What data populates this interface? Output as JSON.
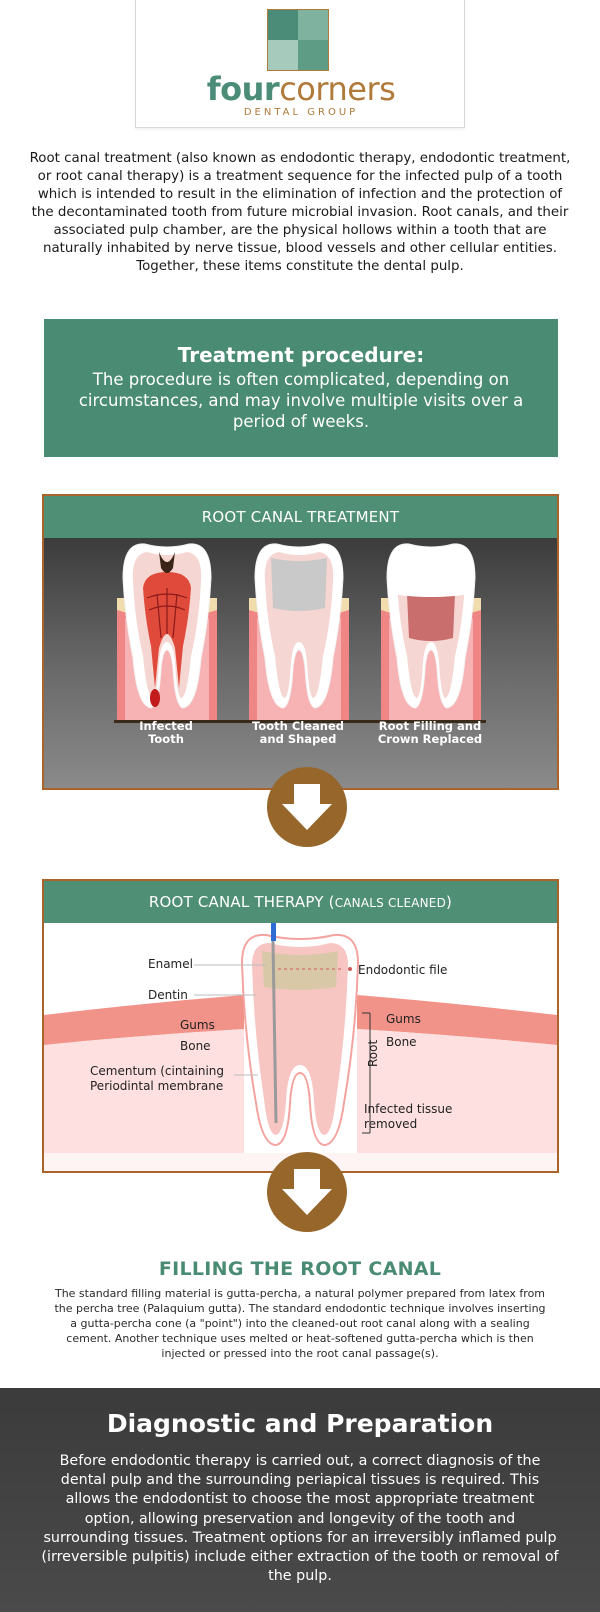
{
  "header": {
    "brand_part1": "four",
    "brand_part2": "corners",
    "brand_sub": "DENTAL GROUP",
    "logo_colors": [
      "#4a8c77",
      "#7fb39f",
      "#a6cbbd",
      "#5e9c86"
    ]
  },
  "intro": {
    "text": "Root canal treatment (also known as endodontic therapy, endodontic treatment, or root canal therapy) is a treatment sequence for the infected pulp of a tooth which is intended to result in the elimination of infection and the protection of the decontaminated tooth from future microbial invasion. Root canals, and their associated pulp chamber, are the physical hollows within a tooth that are naturally inhabited by nerve tissue, blood vessels and other cellular entities. Together, these items constitute the dental pulp."
  },
  "procedure": {
    "title": "Treatment procedure:",
    "text": "The procedure is often complicated, depending on circumstances, and may involve multiple visits over a period of weeks."
  },
  "treatment_panel": {
    "title": "ROOT CANAL TREATMENT",
    "captions": [
      {
        "line1": "Infected",
        "line2": "Tooth"
      },
      {
        "line1": "Tooth Cleaned",
        "line2": "and Shaped"
      },
      {
        "line1": "Root Filling and",
        "line2": "Crown Replaced"
      }
    ]
  },
  "therapy_panel": {
    "title_main": "ROOT CANAL THERAPY (",
    "title_small": "CANALS CLEANED",
    "title_close": ")",
    "labels": {
      "enamel": "Enamel",
      "dentin": "Dentin",
      "gums_left": "Gums",
      "bone_left": "Bone",
      "cementum_1": "Cementum (cintaining",
      "cementum_2": "Periodintal membrane",
      "endodontic_file": "Endodontic file",
      "gums_right": "Gums",
      "bone_right": "Bone",
      "root": "Root",
      "infected_1": "Infected tissue",
      "infected_2": "removed"
    }
  },
  "filling": {
    "title": "FILLING THE ROOT CANAL",
    "text": "The standard filling material is gutta-percha, a natural polymer prepared from latex from the percha tree (Palaquium gutta). The standard endodontic technique involves inserting a gutta-percha cone (a \"point\") into the cleaned-out root canal along with a sealing cement. Another technique uses melted or heat-softened gutta-percha which is then injected or pressed into the root canal passage(s)."
  },
  "diagnostic": {
    "title": "Diagnostic and Preparation",
    "text": "Before endodontic therapy is carried out, a correct diagnosis of the dental pulp and the surrounding periapical tissues is required. This allows the endodontist to choose the most appropriate treatment option, allowing preservation and longevity of the tooth and surrounding tissues. Treatment options for an irreversibly inflamed pulp (irreversible pulpitis) include either extraction of the tooth or removal of the pulp."
  },
  "colors": {
    "green": "#4a8b73",
    "brown": "#a8642a",
    "arrow": "#96662a"
  }
}
